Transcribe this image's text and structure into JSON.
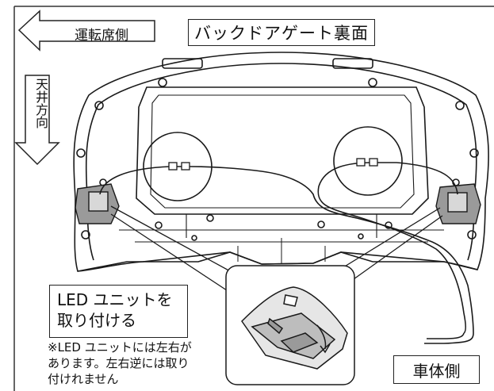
{
  "title": "バックドアゲート裏面",
  "arrows": {
    "driver_side": "運転席側",
    "ceiling_direction": "天井方向"
  },
  "callout": {
    "line1": "LED ユニットを",
    "line2": "取り付ける"
  },
  "note": {
    "line1": "※LED ユニットには左右が",
    "line2": "あります。左右逆には取り",
    "line3": "付けれません"
  },
  "vehicle_side": "車体側",
  "colors": {
    "line": "#1a1a1a",
    "unit_fill": "#9a9a9a",
    "panel_fill": "#ffffff",
    "inset_gray": "#bdbdbd"
  }
}
